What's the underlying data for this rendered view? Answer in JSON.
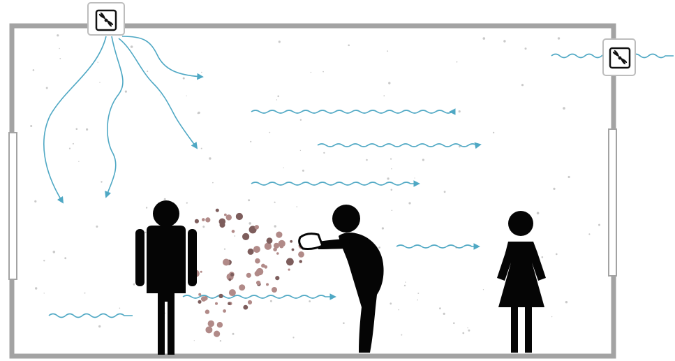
{
  "scene": {
    "room": {
      "wall_color": "#a3a3a3"
    },
    "vents": [
      {
        "id": "vent-top",
        "icon": "fan-icon"
      },
      {
        "id": "vent-right",
        "icon": "fan-icon"
      }
    ],
    "airflow": {
      "color": "#4fa8c4"
    },
    "droplets": {
      "color": "#b18a88",
      "dark_color": "#7d5d5c"
    },
    "people": [
      {
        "role": "standing-man",
        "icon": "man-icon"
      },
      {
        "role": "sneezing-person",
        "icon": "sneezing-person-icon"
      },
      {
        "role": "standing-woman",
        "icon": "woman-icon"
      }
    ],
    "figure_color": "#050505"
  }
}
